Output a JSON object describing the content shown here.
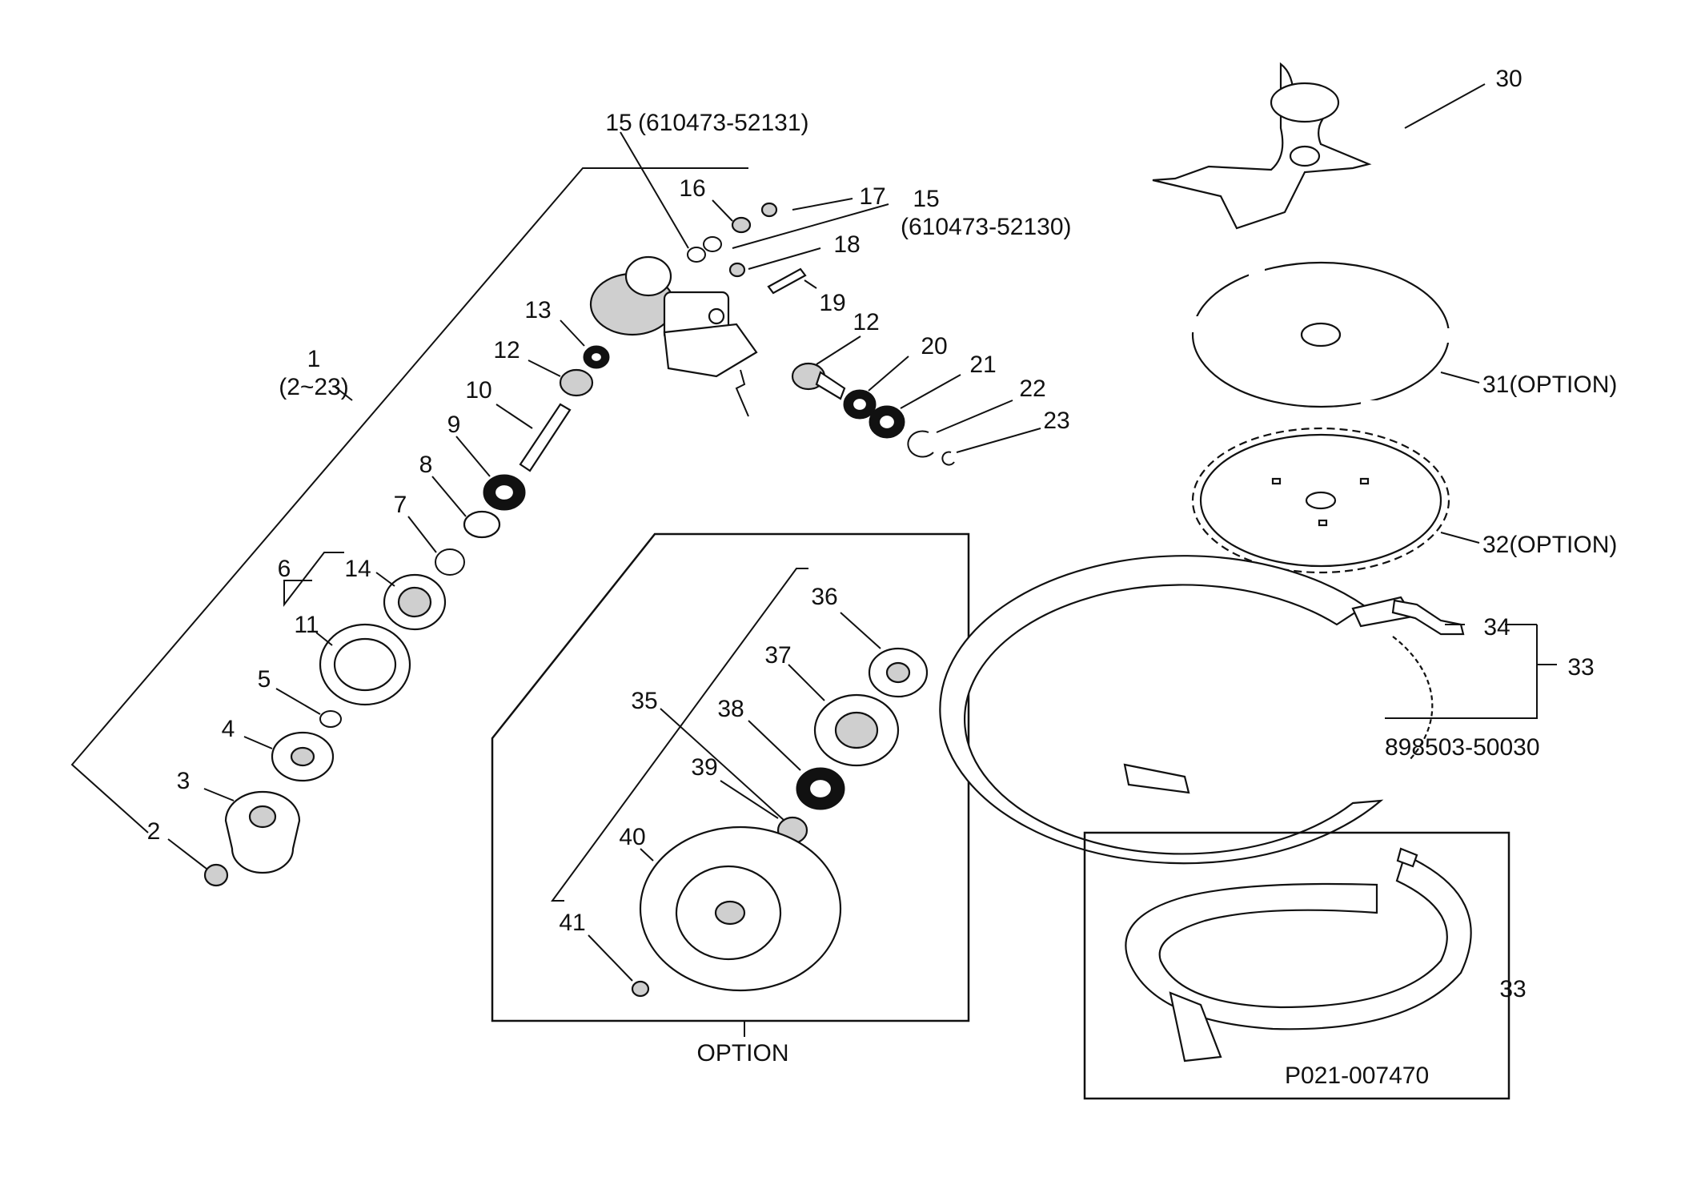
{
  "labels": {
    "p1": "1",
    "p1_range": "(2~23)",
    "p2": "2",
    "p3": "3",
    "p4": "4",
    "p5": "5",
    "p6": "6",
    "p7": "7",
    "p8": "8",
    "p9": "9",
    "p10": "10",
    "p11": "11",
    "p12a": "12",
    "p12b": "12",
    "p13": "13",
    "p14": "14",
    "p15a": "15",
    "p15a_code": "(610473-52131)",
    "p15b": "15",
    "p15b_code": "(610473-52130)",
    "p16": "16",
    "p17": "17",
    "p18": "18",
    "p19": "19",
    "p20": "20",
    "p21": "21",
    "p22": "22",
    "p23": "23",
    "p30": "30",
    "p31": "31(OPTION)",
    "p32": "32(OPTION)",
    "p33a": "33",
    "p33b": "33",
    "p34": "34",
    "p33_code": "898503-50030",
    "p33b_code": "P021-007470",
    "p35": "35",
    "p36": "36",
    "p37": "37",
    "p38": "38",
    "p39": "39",
    "p40": "40",
    "p41": "41",
    "option": "OPTION"
  }
}
